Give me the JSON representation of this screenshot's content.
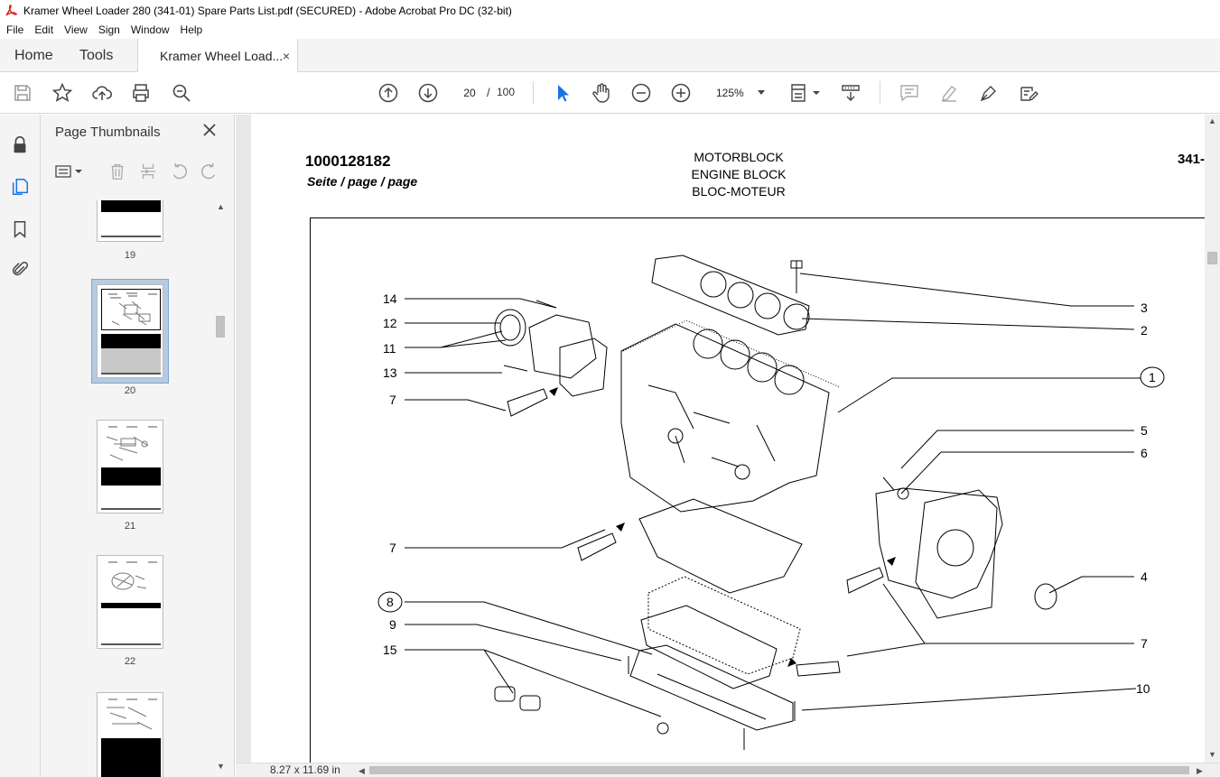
{
  "window": {
    "title": "Kramer Wheel Loader 280 (341-01) Spare Parts List.pdf (SECURED) - Adobe Acrobat Pro DC (32-bit)"
  },
  "menu": [
    "File",
    "Edit",
    "View",
    "Sign",
    "Window",
    "Help"
  ],
  "tabs": {
    "home": "Home",
    "tools": "Tools",
    "document": "Kramer Wheel Load...",
    "close_glyph": "×"
  },
  "toolbar": {
    "current_page": "20",
    "separator": "/",
    "total_pages": "100",
    "zoom": "125%"
  },
  "panel": {
    "title": "Page Thumbnails",
    "thumbnails": [
      {
        "number": "19"
      },
      {
        "number": "20"
      },
      {
        "number": "21"
      },
      {
        "number": "22"
      }
    ]
  },
  "document": {
    "part_number": "1000128182",
    "page_label": "Seite / page / page",
    "title_lines": [
      "MOTORBLOCK",
      "ENGINE BLOCK",
      "BLOC-MOTEUR"
    ],
    "ref_code": "341-",
    "callouts": [
      "14",
      "12",
      "11",
      "13",
      "7",
      "3",
      "2",
      "1",
      "5",
      "6",
      "7",
      "4",
      "8",
      "9",
      "15",
      "7",
      "10"
    ]
  },
  "status": {
    "page_size": "8.27 x 11.69 in"
  },
  "colors": {
    "acrobat_red": "#d9261c",
    "selection_blue": "#1473e6",
    "thumb_selected": "#b6cbe0"
  }
}
